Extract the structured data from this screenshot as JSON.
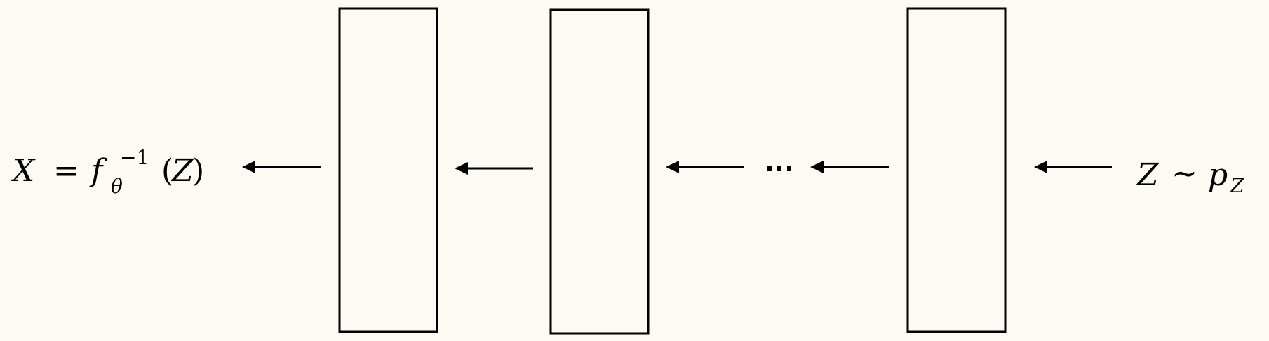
{
  "diagram": {
    "left_label": {
      "lhs": "X",
      "equals": "=",
      "func": "f",
      "subscript": "θ",
      "superscript": "−1",
      "open_paren": "(",
      "arg": "Z",
      "close_paren": ")"
    },
    "right_label": {
      "var": "Z",
      "tilde": "∼",
      "dist": "p",
      "subscript": "Z"
    },
    "ellipsis": "···",
    "colors": {
      "background": "#fdf9f3",
      "stroke": "#000000"
    }
  }
}
